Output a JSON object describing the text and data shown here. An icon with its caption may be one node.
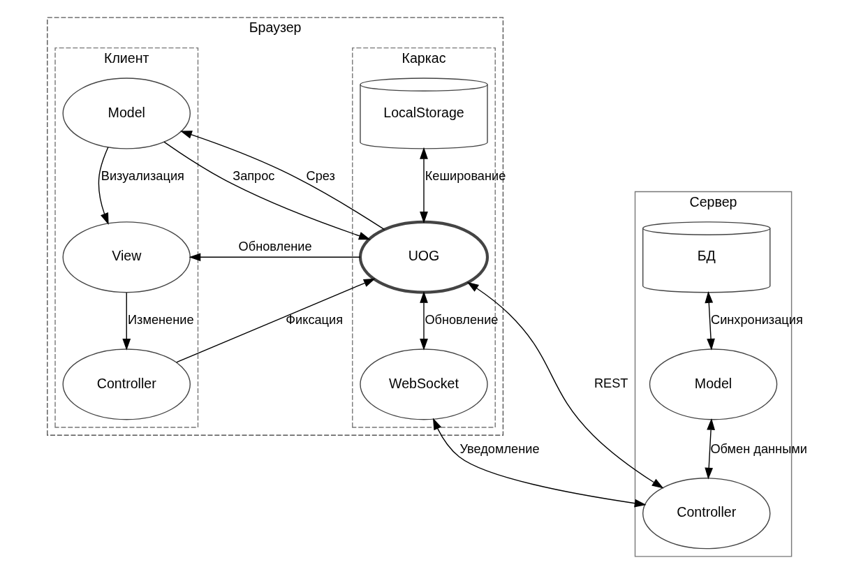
{
  "diagram": {
    "nodes": [
      {
        "text": [
          "Браузер"
        ]
      },
      {
        "text": [
          "Клиент"
        ],
        "in": 0
      },
      {
        "text": [
          "Model"
        ],
        "in": 1
      },
      {
        "text": [
          "View"
        ],
        "in": 1
      },
      {
        "text": [
          "Controller"
        ],
        "in": 1
      },
      {
        "text": [
          "Каркас"
        ],
        "in": 0
      },
      {
        "text": [
          "LocalStorage"
        ],
        "in": 5
      },
      {
        "text": [
          "UOG"
        ],
        "in": 5
      },
      {
        "text": [
          "WebSocket"
        ],
        "in": 5
      },
      {
        "text": [
          "Сервер"
        ]
      },
      {
        "text": [
          "БД"
        ],
        "in": 9
      },
      {
        "text": [
          "Model"
        ],
        "in": 9
      },
      {
        "text": [
          "Controller"
        ],
        "in": 9
      }
    ],
    "edges": [
      {
        "from": 2,
        "to": 3,
        "arrow": "to",
        "label": "Визуализация"
      },
      {
        "from": 3,
        "to": 4,
        "arrow": "to",
        "label": "Изменение"
      },
      {
        "from": 2,
        "to": 7,
        "arrow": "to",
        "label": "Запрос"
      },
      {
        "from": 7,
        "to": 2,
        "arrow": "to",
        "label": "Срез"
      },
      {
        "from": 7,
        "to": 3,
        "arrow": "to",
        "label": "Обновление"
      },
      {
        "from": 4,
        "to": 7,
        "arrow": "to",
        "label": "Фиксация"
      },
      {
        "from": 6,
        "to": 7,
        "arrow": "both",
        "label": "Кеширование"
      },
      {
        "from": 7,
        "to": 8,
        "arrow": "both",
        "label": "Обновление"
      },
      {
        "from": 7,
        "to": 12,
        "arrow": "both",
        "label": "REST"
      },
      {
        "from": 8,
        "to": 12,
        "arrow": "both",
        "label": "Уведомление"
      },
      {
        "from": 10,
        "to": 11,
        "arrow": "both",
        "label": "Синхронизация"
      },
      {
        "from": 11,
        "to": 12,
        "arrow": "both",
        "label": "Обмен данными"
      }
    ]
  }
}
